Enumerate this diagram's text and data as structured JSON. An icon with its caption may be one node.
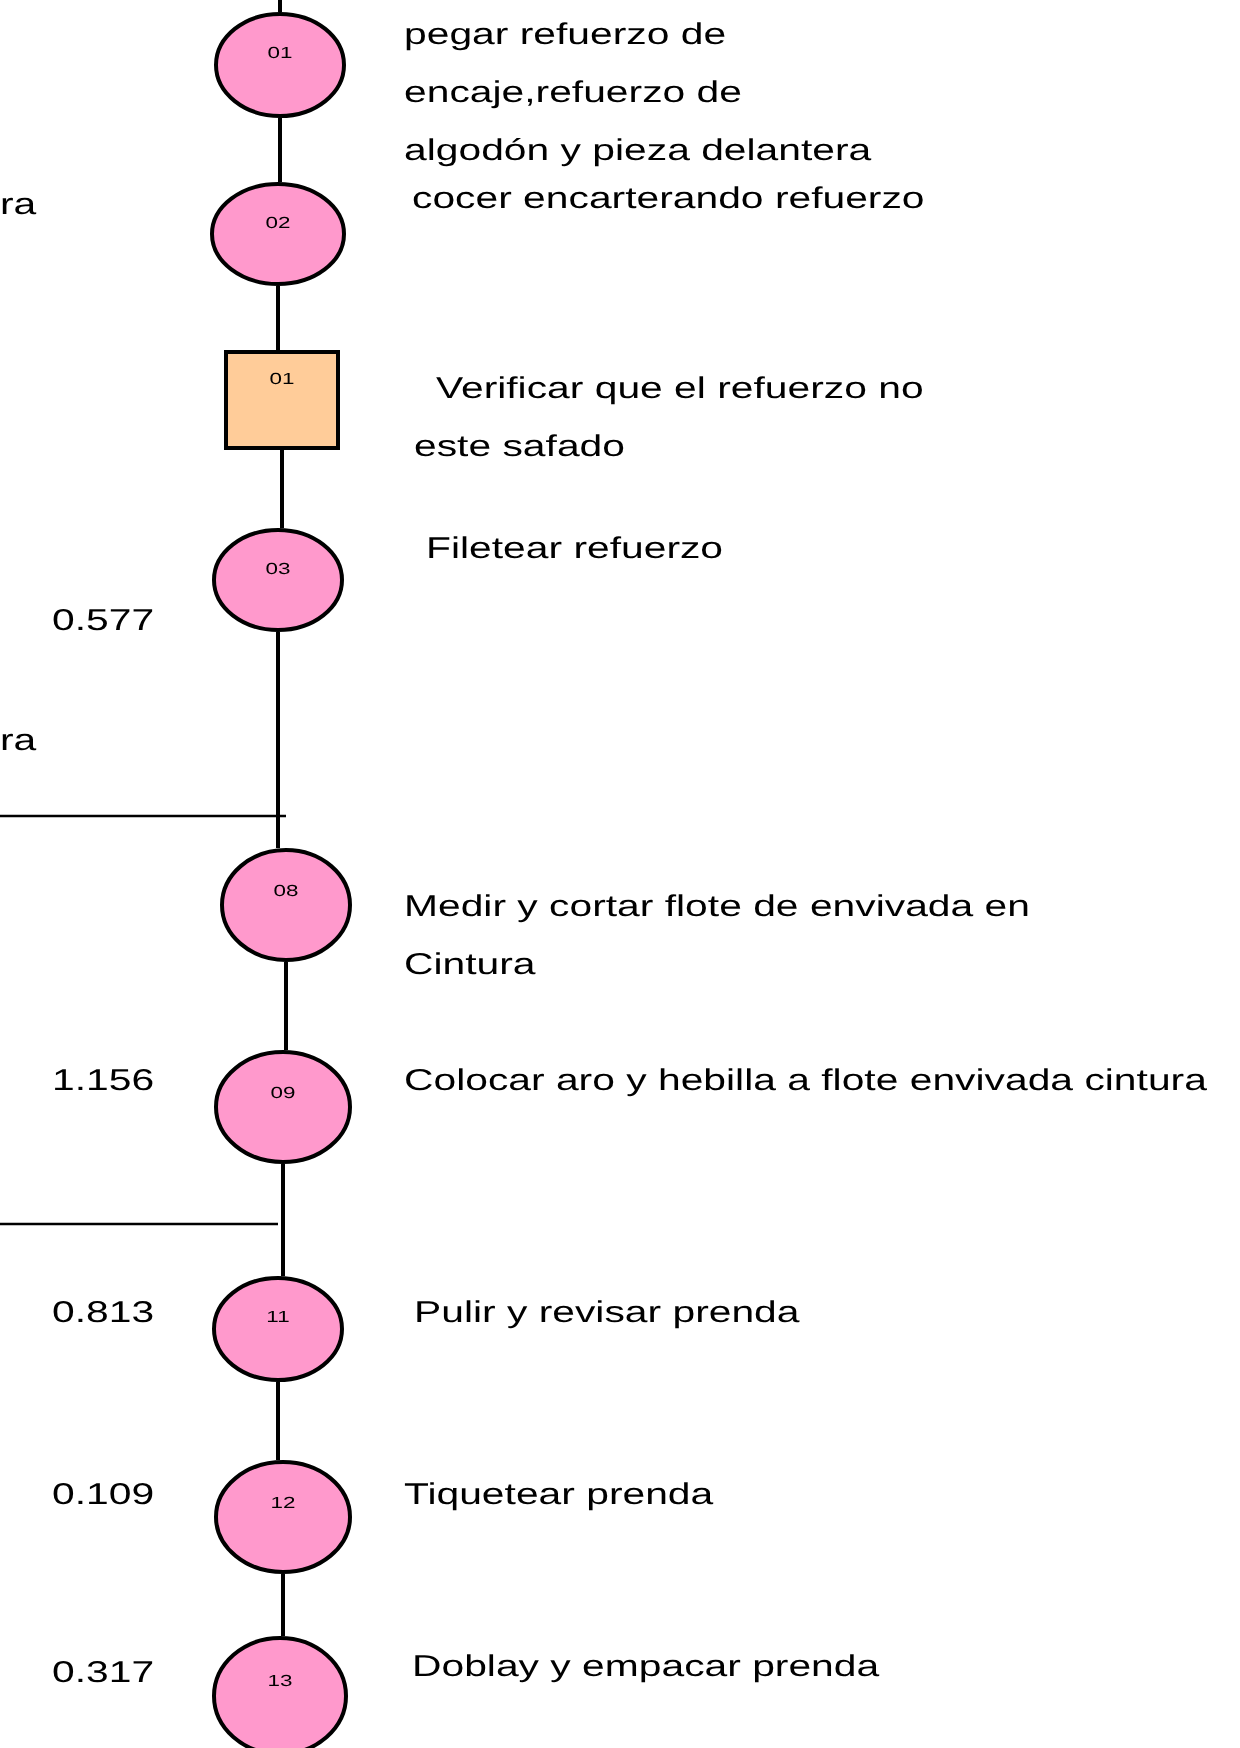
{
  "diagram": {
    "nodes": [
      {
        "text": [
          "01"
        ],
        "beside": [
          "pegar refuerzo de encaje,refuerzo de algodón y pieza delantera"
        ]
      },
      {
        "text": [
          "02"
        ],
        "beside": [
          "cocer encarterando refuerzo"
        ]
      },
      {
        "text": [
          "01"
        ],
        "beside": [
          "Verificar que el refuerzo no este safado"
        ]
      },
      {
        "text": [
          "03"
        ],
        "beside": [
          "Filetear refuerzo",
          "0.577"
        ]
      },
      {
        "text": [
          "08"
        ],
        "beside": [
          "Medir y cortar flote de envivada en Cintura"
        ]
      },
      {
        "text": [
          "09"
        ],
        "beside": [
          "Colocar aro y hebilla a flote envivada cintura",
          "1.156"
        ]
      },
      {
        "text": [
          "11"
        ],
        "beside": [
          "Pulir y revisar prenda",
          "0.813"
        ]
      },
      {
        "text": [
          "12"
        ],
        "beside": [
          "Tiquetear prenda",
          "0.109"
        ]
      },
      {
        "text": [
          "13"
        ],
        "beside": [
          "Doblay y empacar prenda",
          "0.317"
        ]
      }
    ],
    "edges": [
      {
        "from": null,
        "to": 0,
        "arrow": "none"
      },
      {
        "from": 0,
        "to": 1,
        "arrow": "none"
      },
      {
        "from": 1,
        "to": 2,
        "arrow": "none"
      },
      {
        "from": 2,
        "to": 3,
        "arrow": "none"
      },
      {
        "from": 3,
        "to": 4,
        "arrow": "none"
      },
      {
        "from": null,
        "to": 4,
        "arrow": "none"
      },
      {
        "from": 4,
        "to": 5,
        "arrow": "none"
      },
      {
        "from": 5,
        "to": 6,
        "arrow": "none"
      },
      {
        "from": null,
        "to": 6,
        "arrow": "none"
      },
      {
        "from": 6,
        "to": 7,
        "arrow": "none"
      },
      {
        "from": 7,
        "to": 8,
        "arrow": "none"
      }
    ],
    "labels": [
      "ra",
      "ra"
    ]
  }
}
